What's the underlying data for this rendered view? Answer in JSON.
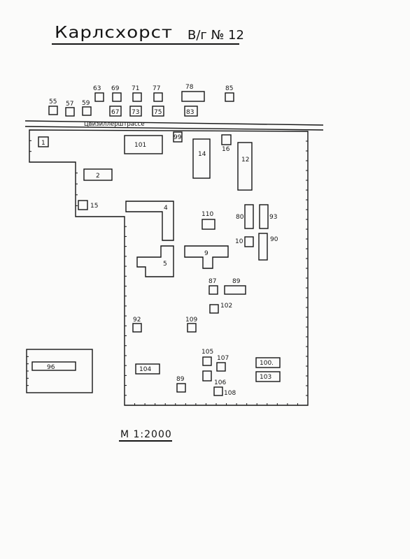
{
  "header": {
    "title": "Карлсхорст",
    "subtitle": "В/г № 12"
  },
  "street": "Цвизиллерштрассе",
  "scale": "М 1:2000",
  "buildings": [
    {
      "id": "b55",
      "label": "55"
    },
    {
      "id": "b57",
      "label": "57"
    },
    {
      "id": "b59",
      "label": "59"
    },
    {
      "id": "b63",
      "label": "63"
    },
    {
      "id": "b69",
      "label": "69"
    },
    {
      "id": "b71",
      "label": "71"
    },
    {
      "id": "b77",
      "label": "77"
    },
    {
      "id": "b78",
      "label": "78"
    },
    {
      "id": "b85",
      "label": "85"
    },
    {
      "id": "b67",
      "label": "67"
    },
    {
      "id": "b73",
      "label": "73"
    },
    {
      "id": "b75",
      "label": "75"
    },
    {
      "id": "b83",
      "label": "83"
    },
    {
      "id": "b1",
      "label": "1"
    },
    {
      "id": "b101",
      "label": "101"
    },
    {
      "id": "b99",
      "label": "99"
    },
    {
      "id": "b14",
      "label": "14"
    },
    {
      "id": "b16",
      "label": "16"
    },
    {
      "id": "b12",
      "label": "12"
    },
    {
      "id": "b2",
      "label": "2"
    },
    {
      "id": "b15",
      "label": "15"
    },
    {
      "id": "b4",
      "label": "4"
    },
    {
      "id": "b110",
      "label": "110"
    },
    {
      "id": "b80",
      "label": "80"
    },
    {
      "id": "b93",
      "label": "93"
    },
    {
      "id": "b10",
      "label": "10"
    },
    {
      "id": "b90",
      "label": "90"
    },
    {
      "id": "b9",
      "label": "9"
    },
    {
      "id": "b5",
      "label": "5"
    },
    {
      "id": "b87",
      "label": "87"
    },
    {
      "id": "b89",
      "label": "89"
    },
    {
      "id": "b102",
      "label": "102"
    },
    {
      "id": "b92",
      "label": "92"
    },
    {
      "id": "b109",
      "label": "109"
    },
    {
      "id": "b96",
      "label": "96"
    },
    {
      "id": "b104",
      "label": "104"
    },
    {
      "id": "b105",
      "label": "105"
    },
    {
      "id": "b107",
      "label": "107"
    },
    {
      "id": "b100",
      "label": "100."
    },
    {
      "id": "b103",
      "label": "103"
    },
    {
      "id": "b106",
      "label": "106"
    },
    {
      "id": "b108",
      "label": "108"
    },
    {
      "id": "b89b",
      "label": "89"
    }
  ]
}
